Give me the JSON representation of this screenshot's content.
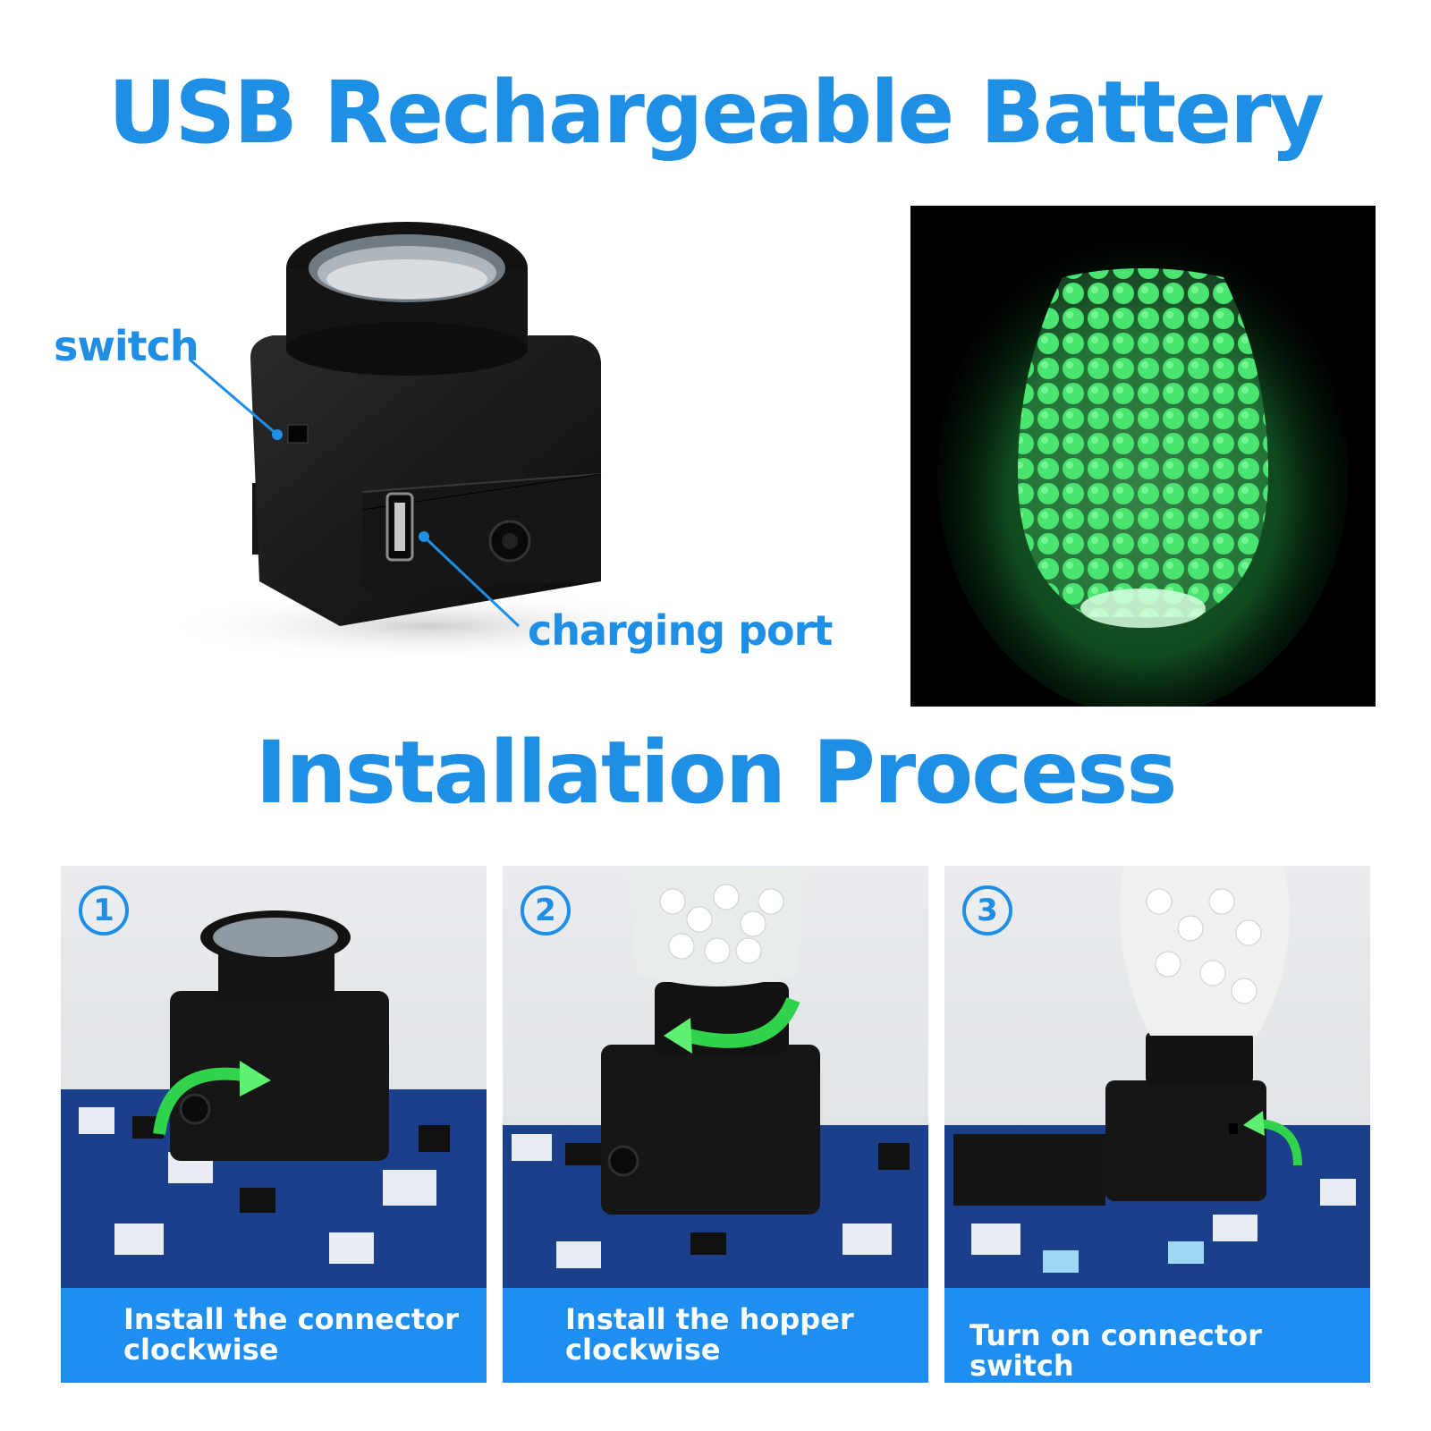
{
  "titles": {
    "main": "USB Rechargeable Battery",
    "install": "Installation Process"
  },
  "product": {
    "switch_label": "switch",
    "port_label": "charging port"
  },
  "steps": [
    {
      "number": "1",
      "caption": "Install the connector clockwise"
    },
    {
      "number": "2",
      "caption": "Install the hopper clockwise"
    },
    {
      "number": "3",
      "caption": "Turn on connector switch"
    }
  ],
  "colors": {
    "accent": "#1f8fe6",
    "caption_bg": "#1e8ef0",
    "glow": "#4dff7a"
  }
}
